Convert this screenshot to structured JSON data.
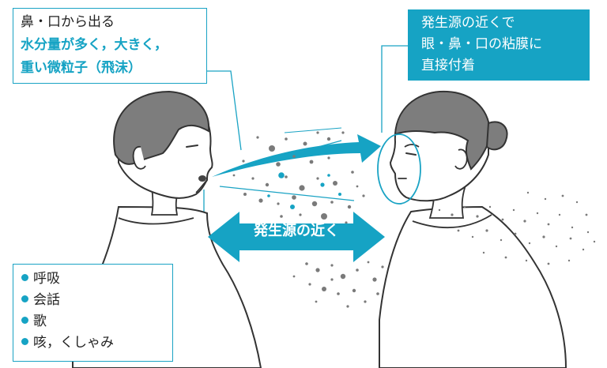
{
  "top_left_box": {
    "line1": "鼻・口から出る",
    "line2": "水分量が多く，大きく，",
    "line3": "重い微粒子（飛沫）"
  },
  "top_right_box": {
    "line1": "発生源の近くで",
    "line2": "眼・鼻・口の粘膜に",
    "line3": "直接付着"
  },
  "center_arrow": {
    "label": "発生源の近く"
  },
  "bottom_left_box": {
    "items": [
      "呼吸",
      "会話",
      "歌",
      "咳，くしゃみ"
    ]
  },
  "colors": {
    "accent": "#16a3c4",
    "dark_text": "#222222",
    "hair": "#7d7d7d",
    "droplet_gray": "#7a7a7a"
  }
}
